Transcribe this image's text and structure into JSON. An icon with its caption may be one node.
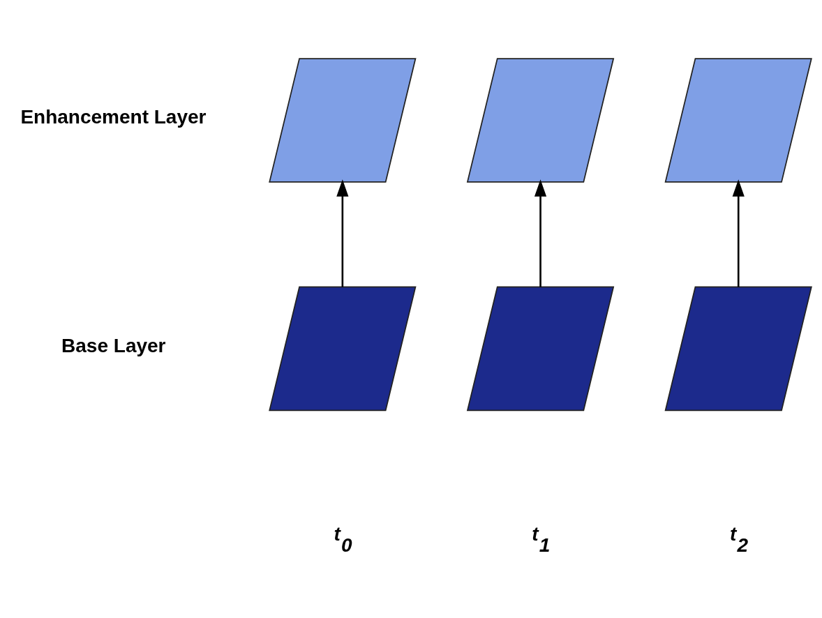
{
  "diagram": {
    "nodes": [
      {
        "text": [],
        "shape": "parallelogram"
      },
      {
        "text": [],
        "shape": "parallelogram"
      },
      {
        "text": [],
        "shape": "parallelogram"
      },
      {
        "text": [],
        "shape": "parallelogram"
      },
      {
        "text": [],
        "shape": "parallelogram"
      },
      {
        "text": [],
        "shape": "parallelogram"
      }
    ],
    "edges": [
      {
        "from": 3,
        "to": 0,
        "arrow": "to"
      },
      {
        "from": 4,
        "to": 1,
        "arrow": "to"
      },
      {
        "from": 5,
        "to": 2,
        "arrow": "to"
      }
    ],
    "labels": [
      "Enhancement Layer",
      "Base Layer",
      "t$_{0}$",
      "t$_{1}$",
      "t$_{2}$"
    ]
  }
}
